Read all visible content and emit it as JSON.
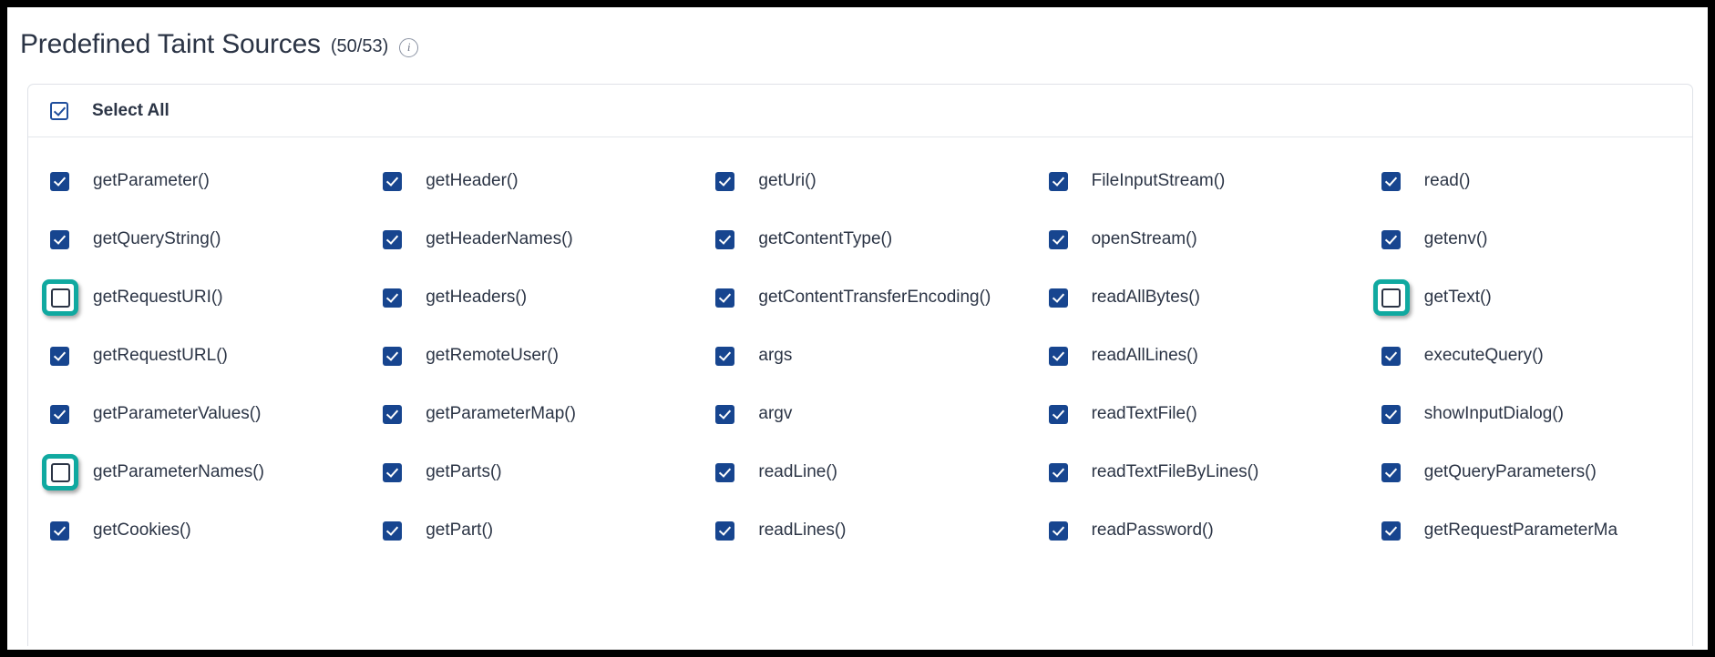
{
  "window": {
    "border_color": "#000000",
    "background": "#ffffff"
  },
  "header": {
    "title": "Predefined Taint Sources",
    "count": "(50/53)",
    "info_icon": "info-icon",
    "info_glyph": "i"
  },
  "panel": {
    "select_all": {
      "label": "Select All",
      "checked": true,
      "style": "outline"
    }
  },
  "colors": {
    "checkbox_checked": "#17458f",
    "select_all_outline": "#1f4e9c",
    "highlight_ring": "#10a9a0",
    "text": "#2b3445",
    "panel_border": "#dfe2e8"
  },
  "columns": 5,
  "rows": 7,
  "items": [
    {
      "label": "getParameter()",
      "checked": true,
      "highlighted": false
    },
    {
      "label": "getHeader()",
      "checked": true,
      "highlighted": false
    },
    {
      "label": "getUri()",
      "checked": true,
      "highlighted": false
    },
    {
      "label": "FileInputStream()",
      "checked": true,
      "highlighted": false
    },
    {
      "label": "read()",
      "checked": true,
      "highlighted": false
    },
    {
      "label": "getQueryString()",
      "checked": true,
      "highlighted": false
    },
    {
      "label": "getHeaderNames()",
      "checked": true,
      "highlighted": false
    },
    {
      "label": "getContentType()",
      "checked": true,
      "highlighted": false
    },
    {
      "label": "openStream()",
      "checked": true,
      "highlighted": false
    },
    {
      "label": "getenv()",
      "checked": true,
      "highlighted": false
    },
    {
      "label": "getRequestURI()",
      "checked": false,
      "highlighted": true
    },
    {
      "label": "getHeaders()",
      "checked": true,
      "highlighted": false
    },
    {
      "label": "getContentTransferEncoding()",
      "checked": true,
      "highlighted": false
    },
    {
      "label": "readAllBytes()",
      "checked": true,
      "highlighted": false
    },
    {
      "label": "getText()",
      "checked": false,
      "highlighted": true
    },
    {
      "label": "getRequestURL()",
      "checked": true,
      "highlighted": false
    },
    {
      "label": "getRemoteUser()",
      "checked": true,
      "highlighted": false
    },
    {
      "label": "args",
      "checked": true,
      "highlighted": false
    },
    {
      "label": "readAllLines()",
      "checked": true,
      "highlighted": false
    },
    {
      "label": "executeQuery()",
      "checked": true,
      "highlighted": false
    },
    {
      "label": "getParameterValues()",
      "checked": true,
      "highlighted": false
    },
    {
      "label": "getParameterMap()",
      "checked": true,
      "highlighted": false
    },
    {
      "label": "argv",
      "checked": true,
      "highlighted": false
    },
    {
      "label": "readTextFile()",
      "checked": true,
      "highlighted": false
    },
    {
      "label": "showInputDialog()",
      "checked": true,
      "highlighted": false
    },
    {
      "label": "getParameterNames()",
      "checked": false,
      "highlighted": true
    },
    {
      "label": "getParts()",
      "checked": true,
      "highlighted": false
    },
    {
      "label": "readLine()",
      "checked": true,
      "highlighted": false
    },
    {
      "label": "readTextFileByLines()",
      "checked": true,
      "highlighted": false
    },
    {
      "label": "getQueryParameters()",
      "checked": true,
      "highlighted": false
    },
    {
      "label": "getCookies()",
      "checked": true,
      "highlighted": false
    },
    {
      "label": "getPart()",
      "checked": true,
      "highlighted": false
    },
    {
      "label": "readLines()",
      "checked": true,
      "highlighted": false
    },
    {
      "label": "readPassword()",
      "checked": true,
      "highlighted": false
    },
    {
      "label": "getRequestParameterMa",
      "checked": true,
      "highlighted": false
    }
  ]
}
